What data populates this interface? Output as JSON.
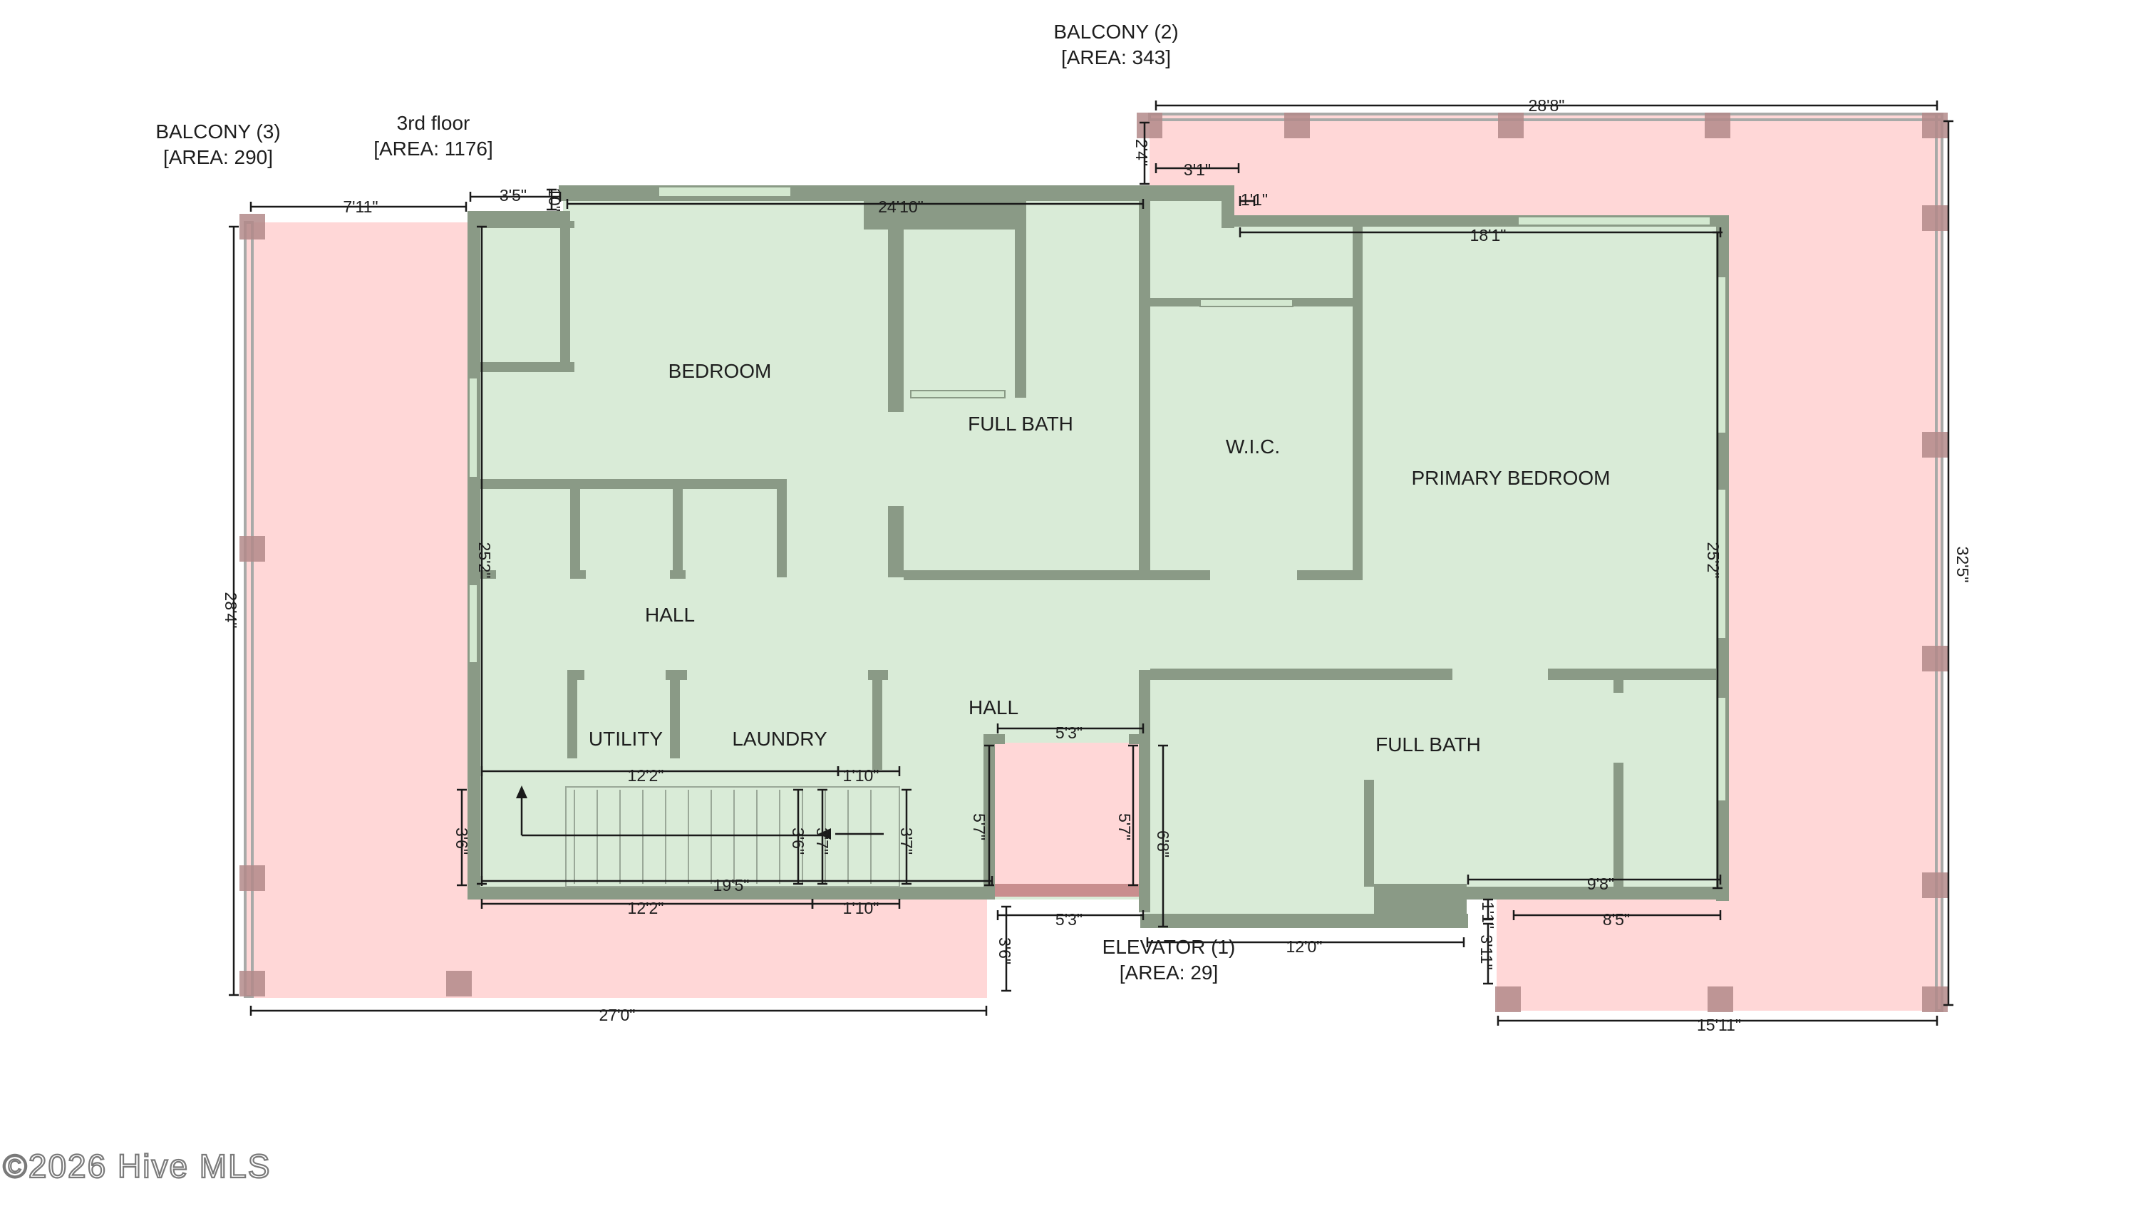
{
  "labels": {
    "balcony2_name": "BALCONY (2)",
    "balcony2_area": "[AREA: 343]",
    "balcony3_name": "BALCONY (3)",
    "balcony3_area": "[AREA: 290]",
    "floor_name": "3rd floor",
    "floor_area": "[AREA: 1176]",
    "elevator_name": "ELEVATOR (1)",
    "elevator_area": "[AREA: 29]"
  },
  "rooms": {
    "bedroom": "BEDROOM",
    "full_bath_1": "FULL BATH",
    "wic": "W.I.C.",
    "primary_bedroom": "PRIMARY BEDROOM",
    "hall_1": "HALL",
    "hall_2": "HALL",
    "utility": "UTILITY",
    "laundry": "LAUNDRY",
    "full_bath_2": "FULL BATH"
  },
  "dims": {
    "d_28_8": "28'8\"",
    "d_2_4": "2'4\"",
    "d_3_1": "3'1\"",
    "d_1_1": "1'1\"",
    "d_18_1": "18'1\"",
    "d_32_5": "32'5\"",
    "d_25_2_right": "25'2\"",
    "d_7_11": "7'11\"",
    "d_3_5": "3'5\"",
    "d_10": "10\"",
    "d_24_10": "24'10\"",
    "d_28_4": "28'4\"",
    "d_25_2_left": "25'2\"",
    "d_12_2_top": "12'2\"",
    "d_1_10_top": "1'10\"",
    "d_3_6_left": "3'6\"",
    "d_3_6_stair": "3'6\"",
    "d_3_7_a": "3'7\"",
    "d_3_7_b": "3'7\"",
    "d_19_5": "19'5\"",
    "d_12_2_bot": "12'2\"",
    "d_1_10_bot": "1'10\"",
    "d_5_3_top": "5'3\"",
    "d_5_7_left": "5'7\"",
    "d_5_7_right": "5'7\"",
    "d_6_8": "6'8\"",
    "d_5_3_bot": "5'3\"",
    "d_3_6_bot": "3'6\"",
    "d_27_0": "27'0\"",
    "d_12_0": "12'0\"",
    "d_9_8": "9'8\"",
    "d_1_1_small": "1'1\"",
    "d_3_11": "3'11\"",
    "d_8_5": "8'5\"",
    "d_15_11": "15'11\""
  },
  "watermark": "©2026 Hive MLS",
  "colors": {
    "balcony_fill": "#ffd7d7",
    "interior_fill": "#d9ebd7",
    "wall": "#8a9a86"
  }
}
